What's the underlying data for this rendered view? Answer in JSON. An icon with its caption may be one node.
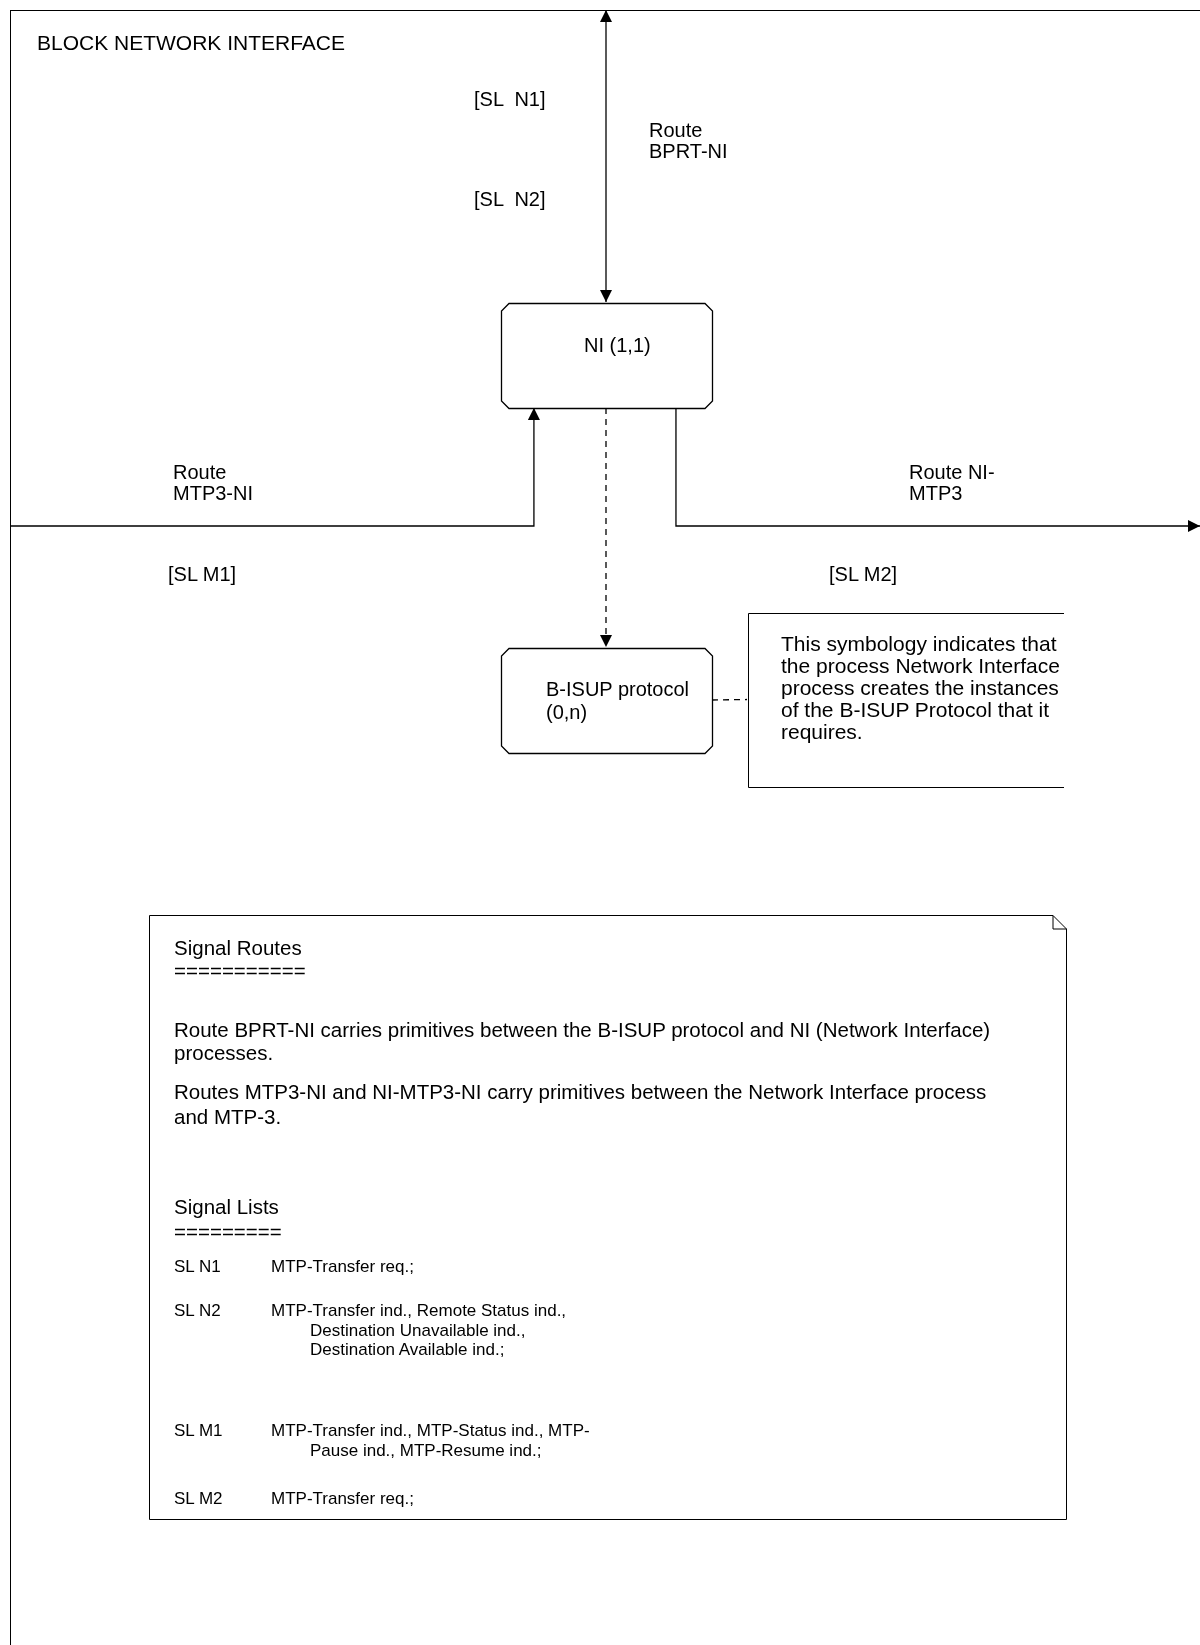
{
  "diagram": {
    "nodes": [
      {
        "text": [
          "BLOCK NETWORK INTERFACE"
        ]
      },
      {
        "text": [
          "NI (1,1)"
        ],
        "in": 0
      },
      {
        "text": [
          "B-ISUP protocol (0,n)"
        ],
        "in": 0
      },
      {
        "text": [
          "This symbology indicates that the process Network Interface process creates the instances of the B-ISUP Protocol that it requires."
        ],
        "in": 0
      },
      {
        "text": [
          "Signal Routes",
          "===========",
          "Route BPRT-NI carries primitives between the B-ISUP protocol and NI (Network Interface) processes.",
          "Routes MTP3-NI and NI-MTP3-NI carry primitives between the Network Interface process and MTP-3.",
          "Signal Lists",
          "=========",
          "SL N1",
          "MTP-Transfer req.;",
          "SL N2",
          "MTP-Transfer ind., Remote Status ind., Destination Unavailable ind., Destination Available ind.;",
          "SL M1",
          "MTP-Transfer ind., MTP-Status ind., MTP-Pause ind., MTP-Resume ind.;",
          "SL M2",
          "MTP-Transfer req.;"
        ],
        "in": 0
      }
    ],
    "edges": [
      {
        "from": null,
        "to": 1,
        "arrow": "both",
        "label": "Route BPRT-NI"
      },
      {
        "from": null,
        "to": 1,
        "arrow": "to",
        "label": "Route MTP3-NI"
      },
      {
        "from": 1,
        "to": null,
        "arrow": "to",
        "label": "Route NI-MTP3"
      },
      {
        "from": 1,
        "to": 2,
        "arrow": "to",
        "style": "dashed"
      },
      {
        "from": 2,
        "to": 3,
        "arrow": "none",
        "style": "dashed"
      }
    ],
    "labels": [
      "[SL  N1]",
      "[SL  N2]",
      "[SL M1]",
      "[SL M2]"
    ]
  }
}
